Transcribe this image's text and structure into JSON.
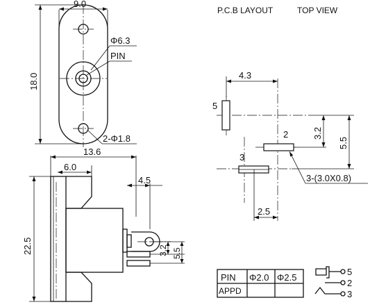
{
  "header": {
    "pcb_layout": "P.C.B LAYOUT",
    "top_view": "TOP VIEW"
  },
  "front_view": {
    "width_dim": "9.0",
    "height_dim": "18.0",
    "hole_dia": "Φ6.3",
    "pin_label": "PIN",
    "mount_holes": "2-Φ1.8"
  },
  "side_view": {
    "width_dim": "13.6",
    "inner_width_dim": "6.0",
    "pin_offset_dim": "4.5",
    "height_dim": "22.5",
    "pin_dim_a": "3.2",
    "pin_dim_b": "5.5"
  },
  "layout_view": {
    "dim_top": "4.3",
    "dim_bottom": "2.5",
    "dim_right_a": "3.2",
    "dim_right_b": "5.5",
    "pad_label_5": "5",
    "pad_label_2": "2",
    "pad_label_3": "3",
    "pad_size": "3-(3.0X0.8)"
  },
  "pin_table": {
    "headers": [
      "PIN",
      "Φ2.0",
      "Φ2.5"
    ],
    "row_label": "APPD"
  },
  "schematic": {
    "pin_5": "5",
    "pin_2": "2",
    "pin_3": "3"
  }
}
